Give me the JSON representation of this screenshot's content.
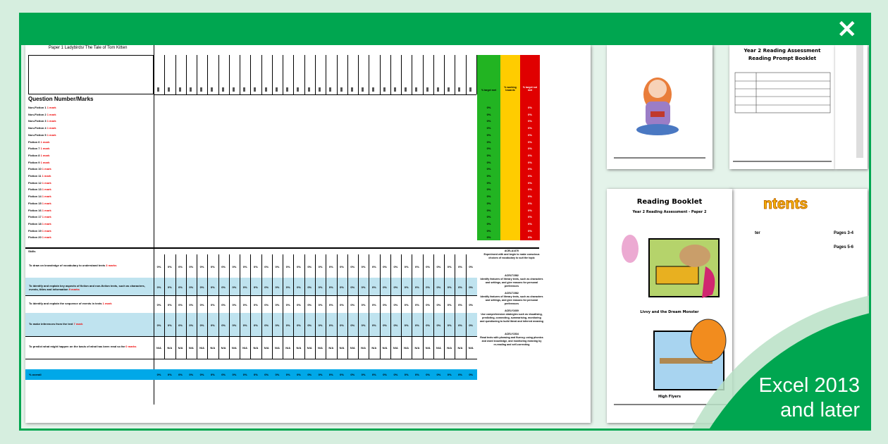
{
  "sheet": {
    "title": "Paper 1 Ladybirds/ The Tale of Tom Kitten",
    "question_header": "Question Number/Marks",
    "questions": [
      {
        "label": "Non-Fiction 1",
        "marks": "1 mark"
      },
      {
        "label": "Non-Fiction 2",
        "marks": "1 mark"
      },
      {
        "label": "Non-Fiction 3",
        "marks": "1 mark"
      },
      {
        "label": "Non-Fiction 4",
        "marks": "1 mark"
      },
      {
        "label": "Non-Fiction 5",
        "marks": "1 mark"
      },
      {
        "label": "Fiction 6",
        "marks": "1 mark"
      },
      {
        "label": "Fiction 7",
        "marks": "1 mark"
      },
      {
        "label": "Fiction 8",
        "marks": "1 mark"
      },
      {
        "label": "Fiction 9",
        "marks": "1 mark"
      },
      {
        "label": "Fiction 10",
        "marks": "1 mark"
      },
      {
        "label": "Fiction 11",
        "marks": "1 mark"
      },
      {
        "label": "Fiction 12",
        "marks": "1 mark"
      },
      {
        "label": "Fiction 13",
        "marks": "1 mark"
      },
      {
        "label": "Fiction 14",
        "marks": "1 mark"
      },
      {
        "label": "Fiction 15",
        "marks": "1 mark"
      },
      {
        "label": "Fiction 16",
        "marks": "1 mark"
      },
      {
        "label": "Fiction 17",
        "marks": "1 mark"
      },
      {
        "label": "Fiction 18",
        "marks": "1 mark"
      },
      {
        "label": "Fiction 19",
        "marks": "1 mark"
      },
      {
        "label": "Fiction 20",
        "marks": "1 mark"
      }
    ],
    "status_headers": {
      "met": "% target met",
      "working": "% working towards",
      "not_met": "% target not met"
    },
    "status_value": "0%",
    "colors": {
      "met": "#22b422",
      "working": "#ffcc00",
      "not_met": "#e00000",
      "band": "#bfe3ef",
      "overall": "#00a8e8"
    },
    "skills_label": "Skills",
    "skills": [
      {
        "text": "To draw on knowledge of vocabulary to understand texts",
        "marks": "3 marks",
        "value": "0%",
        "code": "ACELA1470",
        "desc": "Experiment with and begin to make conscious choices of vocabulary to suit the topic"
      },
      {
        "text": "To identify and explain key aspects of fiction and non-fiction texts, such as characters, events, titles and information",
        "marks": "9 marks",
        "value": "0%",
        "code": "ACELT1582",
        "desc": "Identify features of literary texts, such as characters and settings, and give reasons for personal preferences"
      },
      {
        "text": "To identify and explain the sequence of events in texts",
        "marks": "1 mark",
        "value": "0%",
        "code": "ACELT1582",
        "desc": "Identify features of literary texts, such as characters and settings, and give reasons for personal preferences"
      },
      {
        "text": "To make inferences from the text",
        "marks": "7 mark",
        "value": "0%",
        "code": "ACELY1669",
        "desc": "Use comprehension strategies such as visualising, predicting, connecting, summarising, monitoring and questioning to build literal and inferred meaning"
      },
      {
        "text": "To predict what might happen on the basis of what has been read so far",
        "marks": "0 marks",
        "value": "N/A",
        "code": "ACELY1534",
        "desc": "Read texts with phrasing and fluency, using phonics and word knowledge, and monitoring meaning by re-reading and self-correcting"
      }
    ],
    "overall_label": "% overall",
    "overall_value": "0%"
  },
  "thumbs": {
    "prompt_title": "Year 2 Reading Assessment",
    "prompt_subtitle": "Reading Prompt Booklet",
    "booklet_title": "Reading Booklet",
    "booklet_subtitle": "Year 2 Reading Assessment - Paper 2",
    "story1": "Livvy and the Dream Monster",
    "story2": "High Flyers",
    "contents_title": "ntents",
    "contents_item": "ter",
    "pages1": "Pages 3-4",
    "pages2": "Pages 5-6"
  },
  "badge": "Excel 2013\nand later"
}
